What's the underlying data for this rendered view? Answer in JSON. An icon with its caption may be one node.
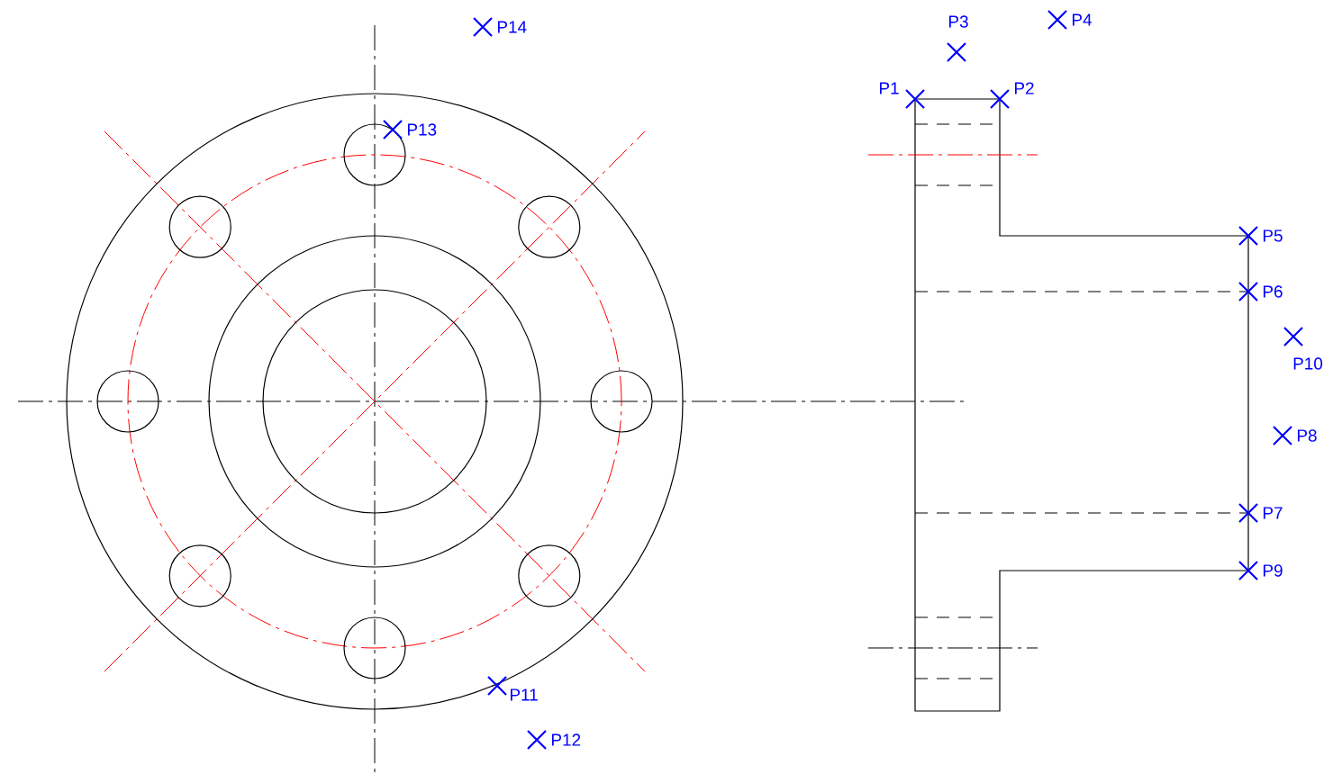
{
  "diagram": {
    "labels": [
      "P14",
      "P3",
      "P4",
      "P1",
      "P2",
      "P13",
      "P5",
      "P6",
      "P10",
      "P8",
      "P7",
      "P9",
      "P11",
      "P12"
    ]
  }
}
